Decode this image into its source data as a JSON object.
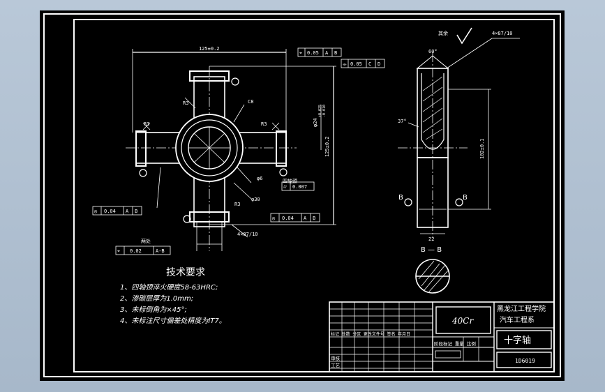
{
  "drawing": {
    "dimensions": {
      "top_length": "125±0.2",
      "right_height": "125±0.2",
      "bore_dia": "φ24",
      "right_length": "102±0.1",
      "hole_note": "4×87/10",
      "dim_22": "22",
      "hole_note_2": "4×87/10",
      "angle_60": "60°",
      "angle_37": "37°",
      "tol_plus": "+0.025",
      "tol_minus": "-0.010",
      "rest_label": "其余"
    },
    "callouts": {
      "r3_a": "R3",
      "r3_b": "R3",
      "r3_c": "R3",
      "c8": "C8",
      "r3_small": "R3",
      "phi6": "φ6",
      "four_axis": "四轴颈",
      "phi30": "φ30",
      "two_places": "两处",
      "b_left": "B",
      "b_right": "B",
      "section_label": "B — B"
    },
    "fcf": [
      {
        "sym": "⌖",
        "val": "0.05",
        "ref1": "A",
        "ref2": "B"
      },
      {
        "sym": "⌯",
        "val": "0.05",
        "ref1": "C",
        "ref2": "D"
      },
      {
        "sym": "◎",
        "val": "0.04",
        "ref1": "A",
        "ref2": "B"
      },
      {
        "sym": "◎",
        "val": "0.04",
        "ref1": "A",
        "ref2": "B"
      },
      {
        "sym": "⌭",
        "val": "0.007"
      },
      {
        "sym": "⌖",
        "val": "0.02",
        "ref1": "A-B"
      }
    ],
    "notes": {
      "title": "技术要求",
      "items": [
        "1、四轴颈淬火硬度58-63HRC;",
        "2、渗碳层厚为1.0mm;",
        "3、未标倒角为×45°;",
        "4、未标注尺寸偏差处精度为IT7。"
      ]
    },
    "title_block": {
      "material": "40Cr",
      "school": "黑龙江工程学院",
      "department": "汽车工程系",
      "part_name": "十字轴",
      "drawing_no": "1D6019",
      "row_label": "标记 处数 分区 更改文件号 签名 年月日",
      "stage_label": "阶段标记 重量 比例",
      "review_label": "审核",
      "process_label": "工艺"
    }
  }
}
